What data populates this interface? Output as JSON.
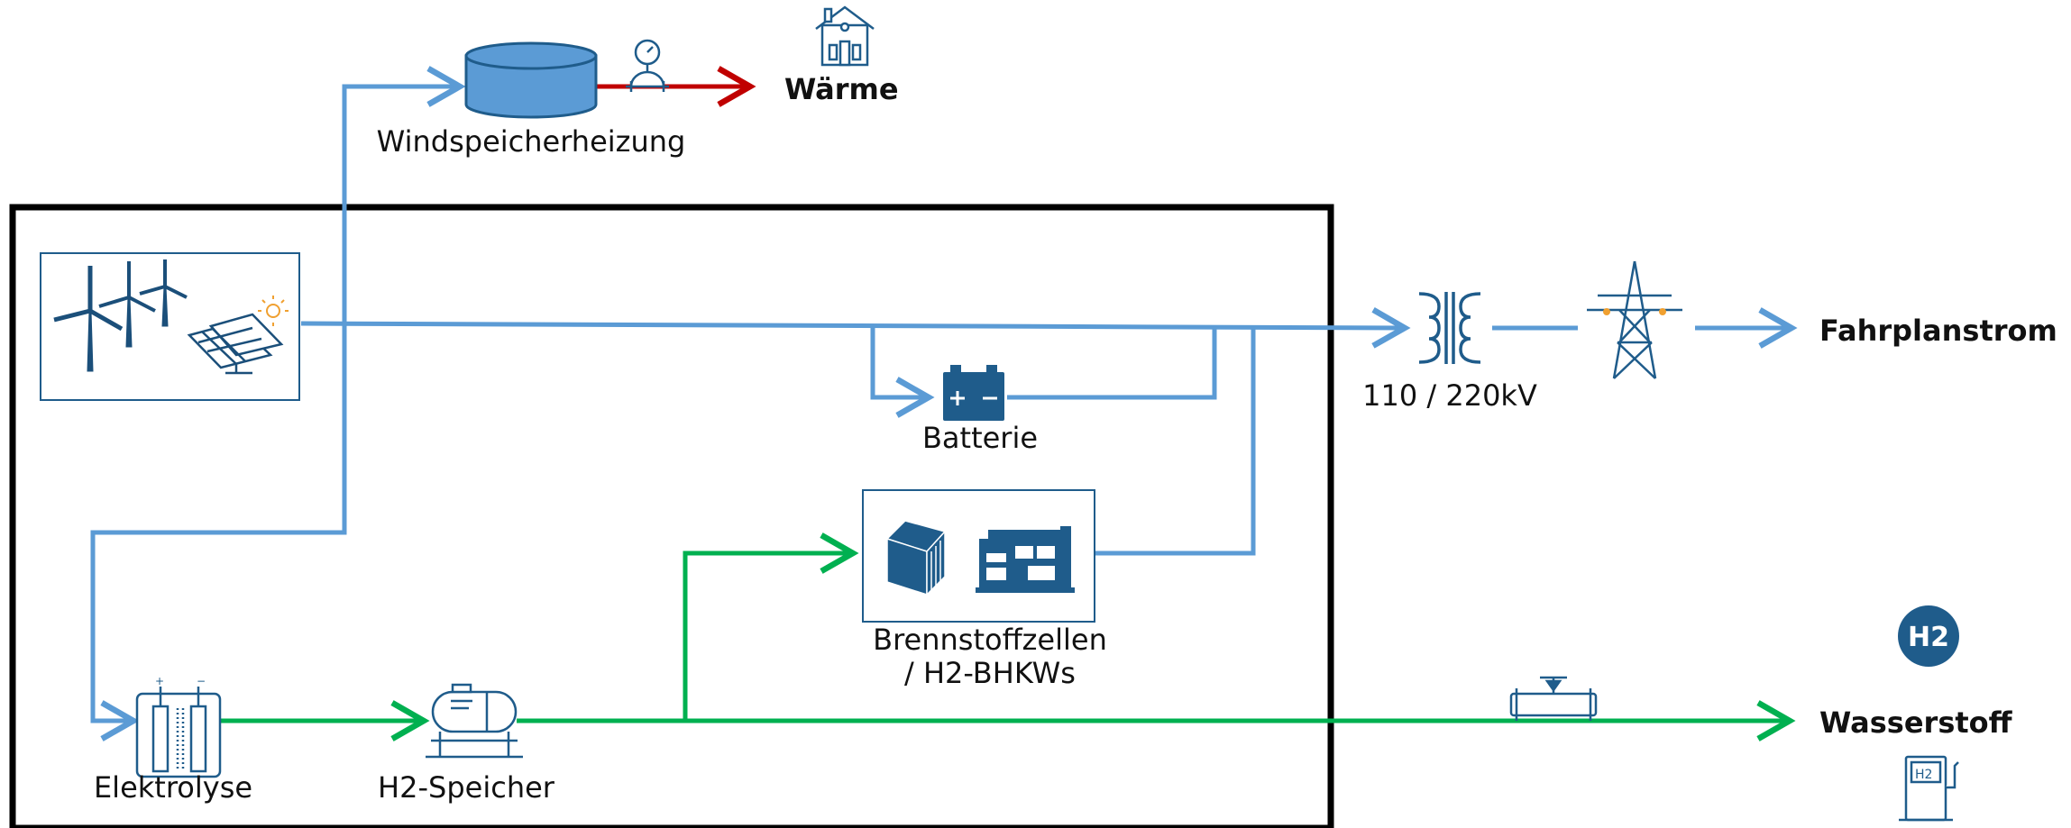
{
  "colors": {
    "flow_electric": "#5b9bd5",
    "flow_hydrogen": "#00b050",
    "flow_heat": "#c00000",
    "icon_blue": "#1f5c8b",
    "icon_dark": "#1b4f7a",
    "frame": "#000000"
  },
  "labels": {
    "heat_storage": "Windspeicherheizung",
    "heat_output": "Wärme",
    "battery": "Batterie",
    "fuel_cell_line1": "Brennstoffzellen",
    "fuel_cell_line2": "/ H2-BHKWs",
    "electrolysis": "Elektrolyse",
    "h2_storage": "H2-Speicher",
    "transformer_voltage": "110 / 220kV",
    "schedule_power": "Fahrplanstrom",
    "hydrogen": "Wasserstoff",
    "h2_badge": "H2",
    "h2_pump": "H2"
  },
  "icons": {
    "generation": [
      "wind-turbines-icon",
      "solar-panels-icon",
      "sun-icon"
    ],
    "heat_tank": "water-tank-icon",
    "pump": "pump-gauge-icon",
    "house": "house-icon",
    "battery": "battery-icon",
    "fuel_cell": "fuel-cell-stack-icon",
    "chp": "generator-icon",
    "electrolyser": "electrolyser-icon",
    "h2_tank": "h2-tank-icon",
    "transformer": "transformer-icon",
    "pylon": "power-pylon-icon",
    "pipeline": "pipeline-valve-icon",
    "h2_station": "h2-fuel-pump-icon"
  }
}
